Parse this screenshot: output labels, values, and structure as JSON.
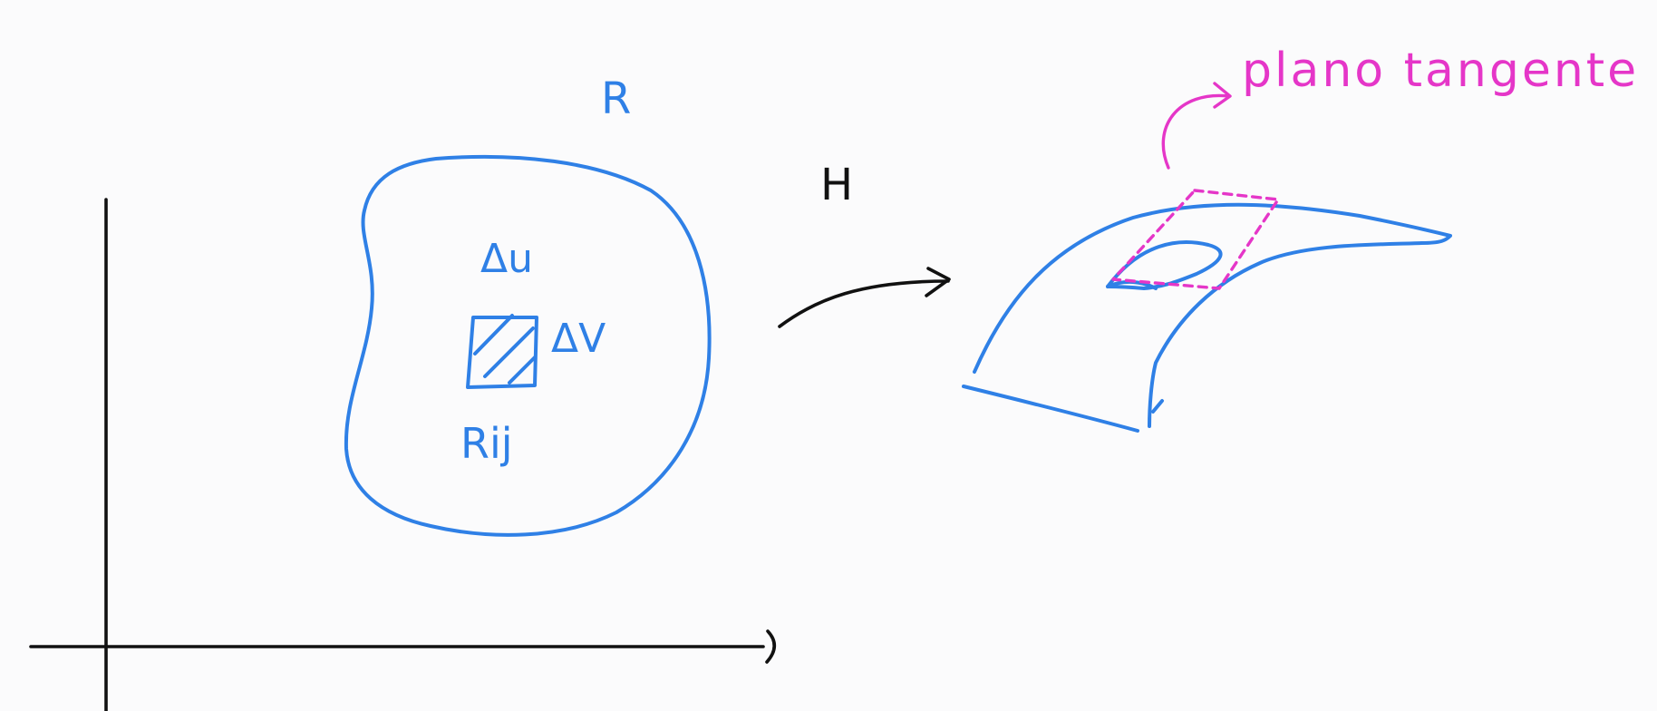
{
  "labels": {
    "region": "R",
    "delta_u": "Δu",
    "delta_v": "ΔV",
    "subrectangle": "Rij",
    "map": "H",
    "tangent_plane": "plano tangente"
  },
  "colors": {
    "background": "#fbfbfc",
    "region_ink": "#2f80e6",
    "axes_ink": "#111111",
    "annotation_ink": "#e536c8"
  }
}
